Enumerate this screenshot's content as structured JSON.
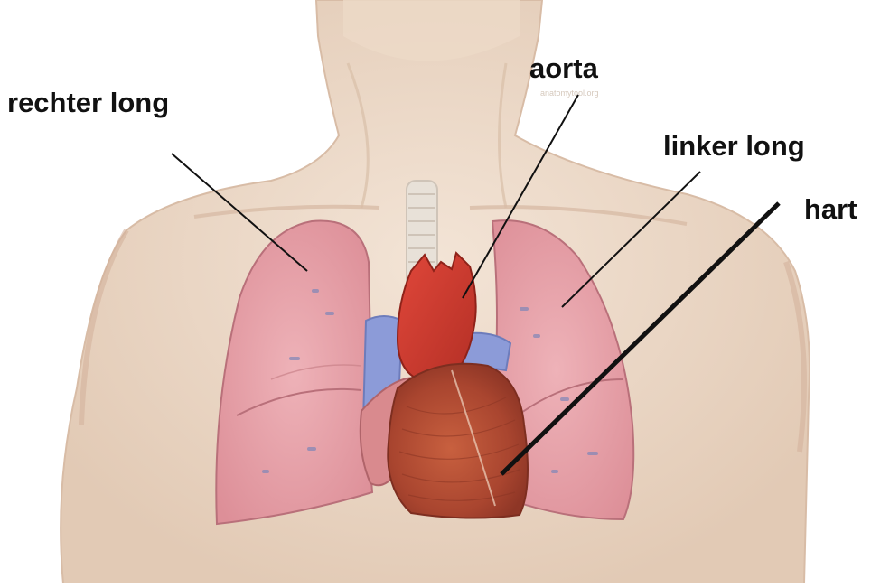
{
  "labels": {
    "rechter_long": "rechter long",
    "aorta": "aorta",
    "linker_long": "linker long",
    "hart": "hart"
  },
  "watermark": "anatomytool.org",
  "colors": {
    "background": "#ffffff",
    "skin": "#ead5c2",
    "lung": "#e7a1aa",
    "heart": "#b54a35",
    "aorta": "#c83a2e",
    "vein": "#8e9ed8",
    "trachea": "#e6dfd7",
    "leader_line": "#111111"
  }
}
